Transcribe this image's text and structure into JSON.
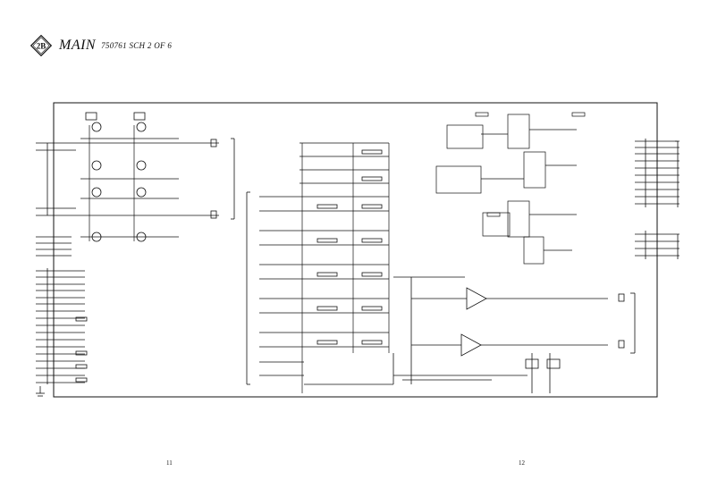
{
  "header": {
    "logo_text": "2B",
    "title": "MAIN",
    "subtitle": "750761 SCH 2 OF 6"
  },
  "footer": {
    "left_page": "11",
    "right_page": "12"
  },
  "icons": {
    "logo": "2b-monogram-seal",
    "ground": "ground-symbol",
    "opamp": "op-amp-triangle",
    "transistor": "bjt-transistor"
  },
  "colors": {
    "ink": "#111111",
    "paper": "#ffffff"
  }
}
